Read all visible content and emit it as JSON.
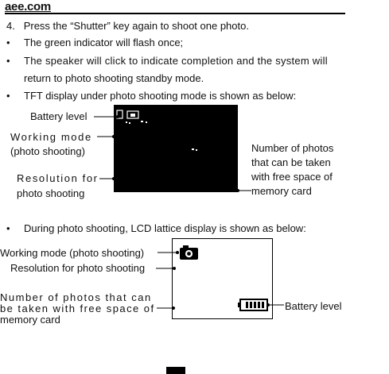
{
  "header": {
    "logo_text": "aee.com"
  },
  "step": {
    "number": "4.",
    "text": "Press the “Shutter” key again to shoot one photo."
  },
  "bullets": [
    {
      "symbol": "•",
      "text": "The green indicator will flash once;"
    },
    {
      "symbol": "•",
      "line1": "The speaker will click to indicate completion and the system will",
      "line2": "return to photo shooting standby mode."
    },
    {
      "symbol": "•",
      "text": "TFT display under photo shooting mode is shown as below:"
    },
    {
      "symbol": "•",
      "text": "During photo shooting, LCD lattice display is shown as below:"
    }
  ],
  "tft_diagram": {
    "battery_label": "Battery level",
    "mode_label_line1": "Working mode",
    "mode_label_line2": "(photo shooting)",
    "resolution_label_line1": "Resolution for",
    "resolution_label_line2": "photo shooting",
    "count_label_line1": "Number of photos",
    "count_label_line2": "that can be taken",
    "count_label_line3": "with free space of",
    "count_label_line4": "memory card",
    "screen_color": "#000000"
  },
  "lcd_diagram": {
    "mode_label": "Working mode (photo shooting)",
    "resolution_label": "Resolution for photo shooting",
    "count_label_line1": "Number of photos that can",
    "count_label_line2": "be taken with free space of",
    "count_label_line3": "memory card",
    "battery_label": "Battery level",
    "camera_icon": "camera-icon",
    "battery_icon": "battery-icon"
  }
}
